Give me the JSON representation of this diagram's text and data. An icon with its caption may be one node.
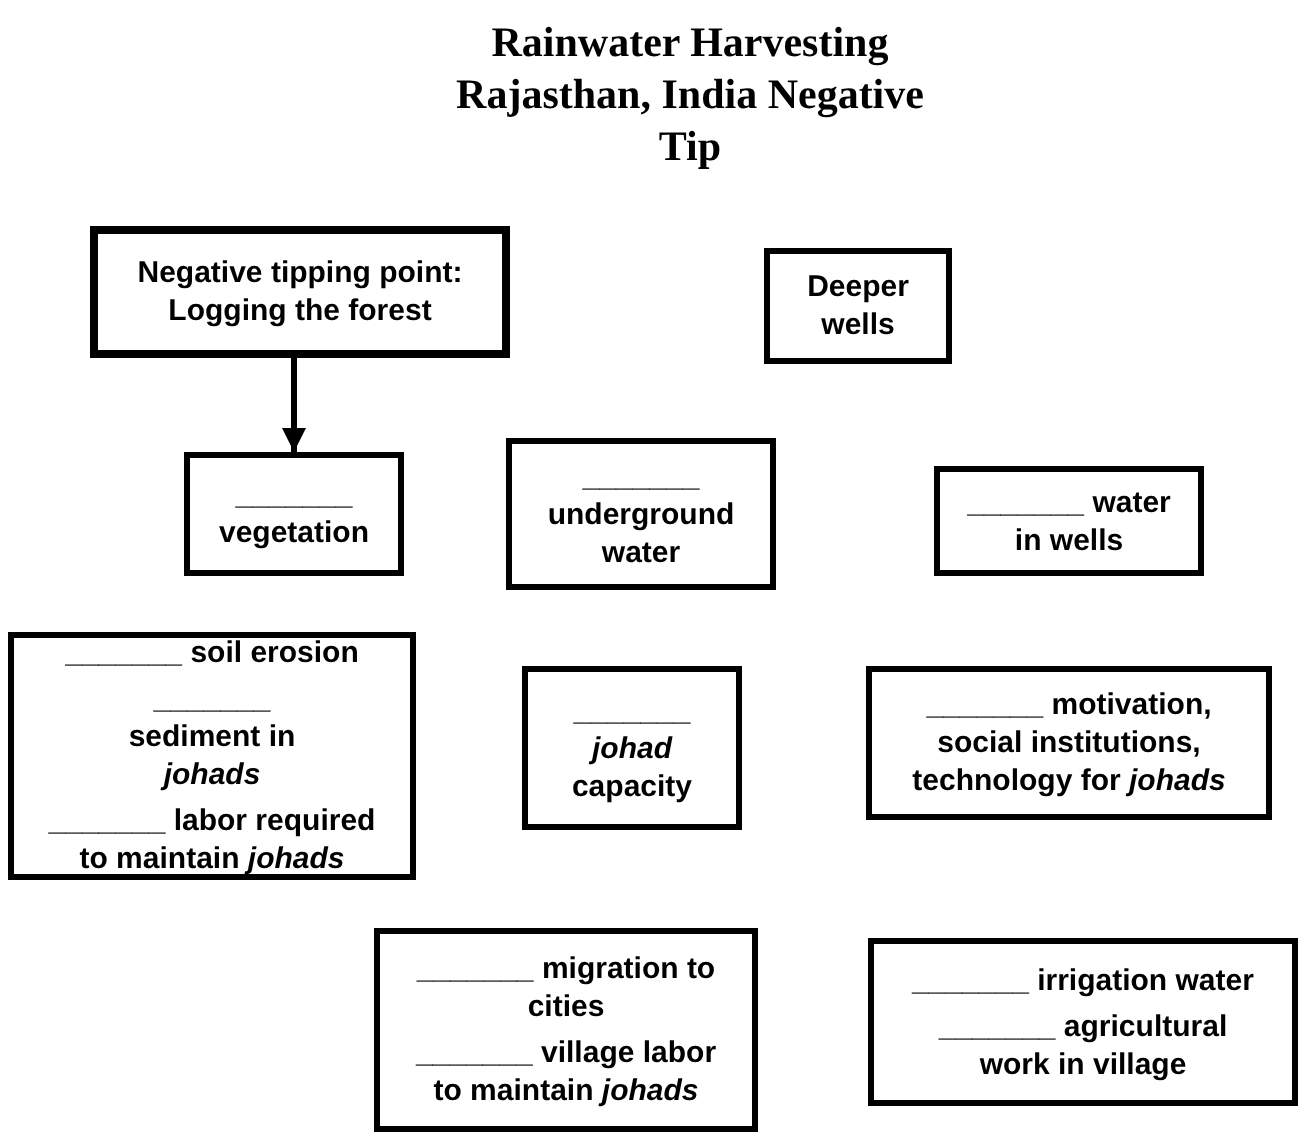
{
  "diagram": {
    "title": "Rainwater Harvesting Rajasthan, India Negative Tip",
    "nodes": [
      {
        "text": [
          "Negative tipping point: Logging the forest"
        ]
      },
      {
        "text": [
          "Deeper wells"
        ]
      },
      {
        "text": [
          "_______ vegetation"
        ]
      },
      {
        "text": [
          "_______ underground water"
        ]
      },
      {
        "text": [
          "_______ water in wells"
        ]
      },
      {
        "text": [
          "_______ soil erosion",
          "_______ sediment in *johads*",
          "_______ labor required to maintain *johads*"
        ]
      },
      {
        "text": [
          "_______ *johad* capacity"
        ]
      },
      {
        "text": [
          "_______ motivation, social institutions, technology for *johads*"
        ]
      },
      {
        "text": [
          "_______ migration to cities",
          "_______ village labor to maintain *johads*"
        ]
      },
      {
        "text": [
          "_______ irrigation water",
          "_______ agricultural work in village"
        ]
      }
    ],
    "edges": [
      {
        "from": 0,
        "to": 2,
        "arrow": "to"
      }
    ]
  }
}
